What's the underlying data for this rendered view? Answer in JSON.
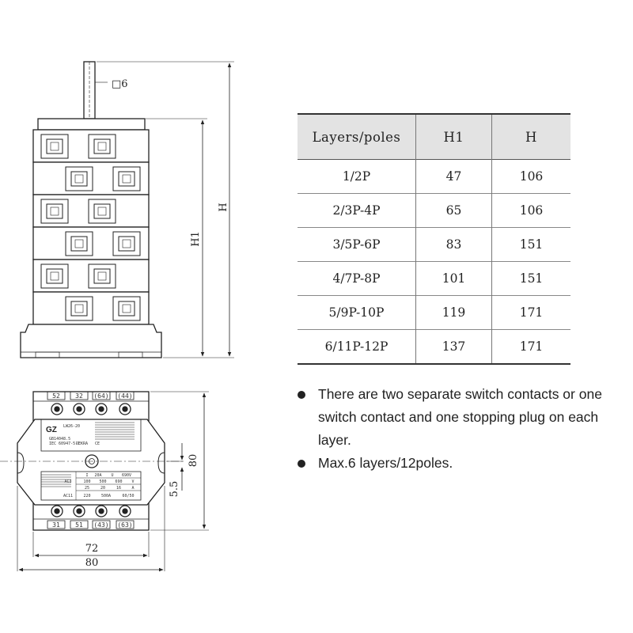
{
  "side_view": {
    "shaft_size_label": "□6",
    "dim_H": "H",
    "dim_H1": "H1"
  },
  "bottom_view": {
    "top_terminals": [
      "52",
      "32",
      "(64)",
      "(44)"
    ],
    "bottom_terminals": [
      "31",
      "51",
      "(43)",
      "(63)"
    ],
    "brand_mark": "GZ",
    "nameplate_lines": [
      "LW26-20",
      "GB14048.5",
      "IEC 60947-5-1",
      "DEKRA",
      "CE"
    ],
    "rating_table": [
      [
        "I",
        "20A",
        "U",
        "690V"
      ],
      [
        "AC3",
        "100",
        "500",
        "690",
        "V"
      ],
      [
        "",
        "25",
        "20",
        "16",
        "A"
      ],
      [
        "AC11",
        "220",
        "500A",
        "60/50"
      ]
    ],
    "dim_width_inner": "72",
    "dim_width_outer": "80",
    "dim_height": "80",
    "dim_offset": "5.5"
  },
  "table": {
    "headers": [
      "Layers/poles",
      "H1",
      "H"
    ],
    "rows": [
      [
        "1/2P",
        "47",
        "106"
      ],
      [
        "2/3P-4P",
        "65",
        "106"
      ],
      [
        "3/5P-6P",
        "83",
        "151"
      ],
      [
        "4/7P-8P",
        "101",
        "151"
      ],
      [
        "5/9P-10P",
        "119",
        "171"
      ],
      [
        "6/11P-12P",
        "137",
        "171"
      ]
    ]
  },
  "notes": [
    "There are two separate switch contacts or one switch contact and one stopping plug on each layer.",
    "Max.6 layers/12poles."
  ]
}
